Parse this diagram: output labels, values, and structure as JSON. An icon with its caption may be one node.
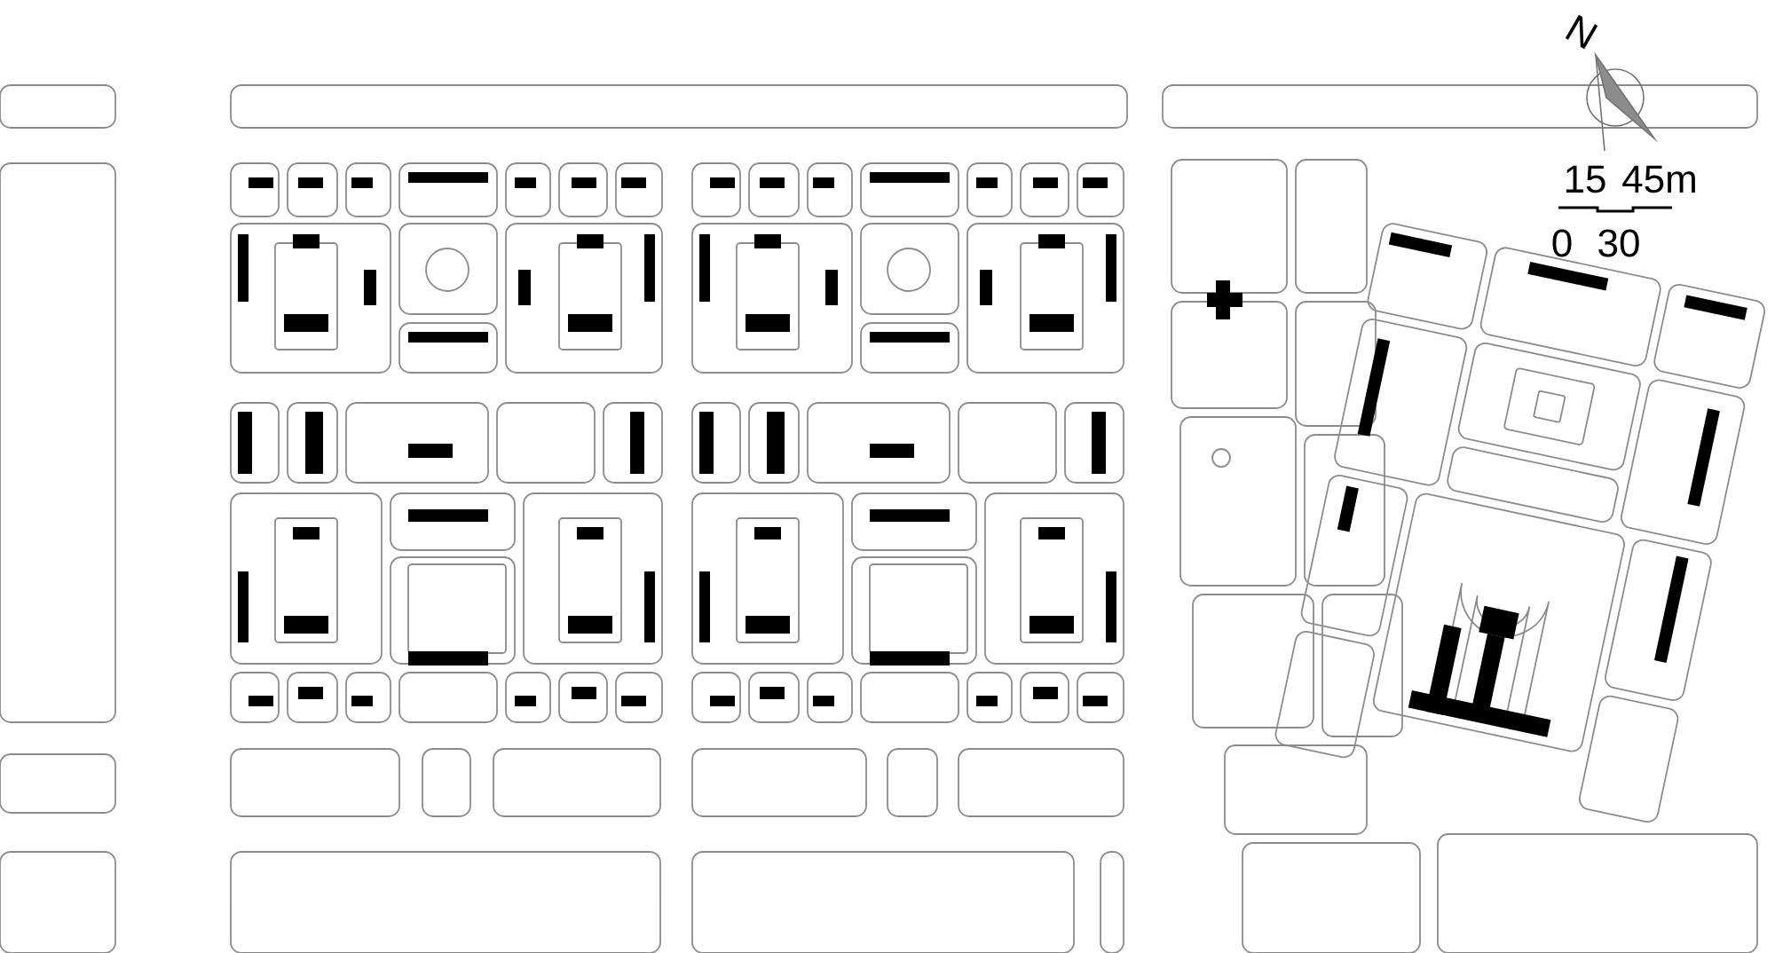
{
  "diagram": {
    "labels": [
      "N",
      "15",
      "45m",
      "0",
      "30"
    ]
  }
}
